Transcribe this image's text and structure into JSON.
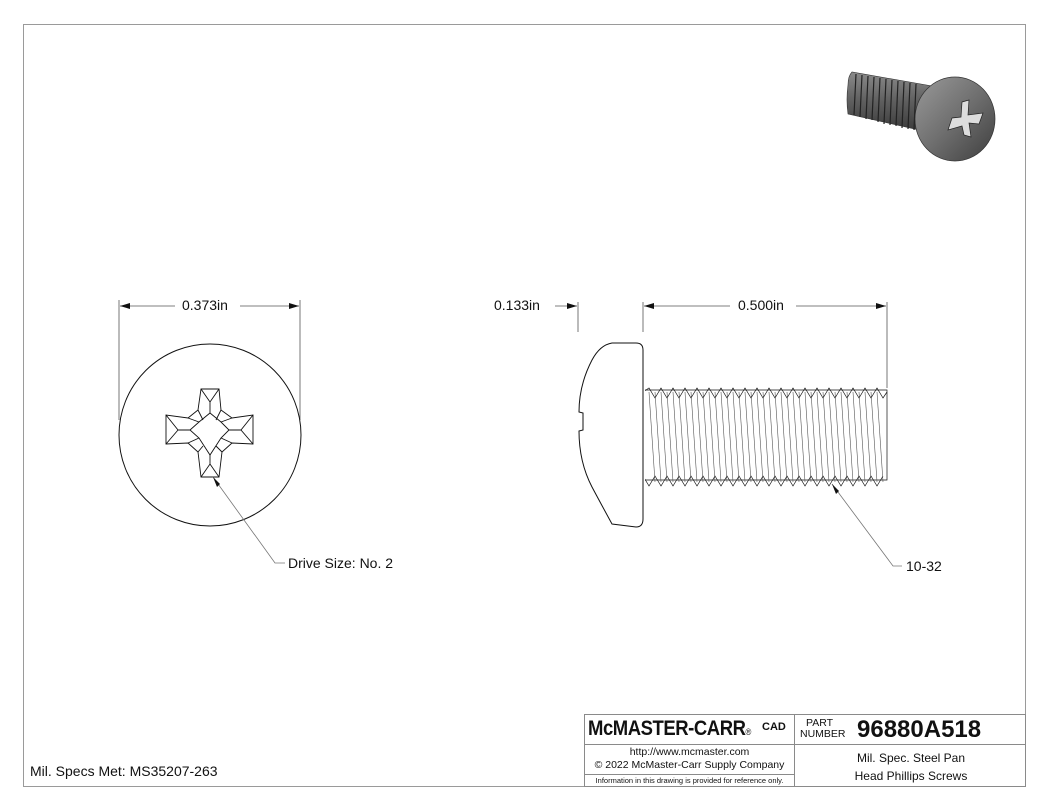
{
  "drawing": {
    "front_view": {
      "diameter_dim": "0.373in",
      "drive_callout": "Drive Size: No. 2"
    },
    "side_view": {
      "head_height_dim": "0.133in",
      "length_dim": "0.500in",
      "thread_callout": "10-32"
    },
    "notes": {
      "mil_specs": "Mil. Specs Met: MS35207-263"
    }
  },
  "title_block": {
    "logo": "McMASTER-CARR",
    "logo_registered": "®",
    "cad_mark": "CAD",
    "url": "http://www.mcmaster.com",
    "copyright": "© 2022 McMaster-Carr Supply Company",
    "disclaimer": "Information in this drawing is provided for reference only.",
    "part_number_label_1": "PART",
    "part_number_label_2": "NUMBER",
    "part_number": "96880A518",
    "description_line_1": "Mil. Spec. Steel Pan",
    "description_line_2": "Head Phillips Screws"
  },
  "colors": {
    "line": "#111111",
    "dim_line": "#555555",
    "frame": "#9a9a9a"
  }
}
